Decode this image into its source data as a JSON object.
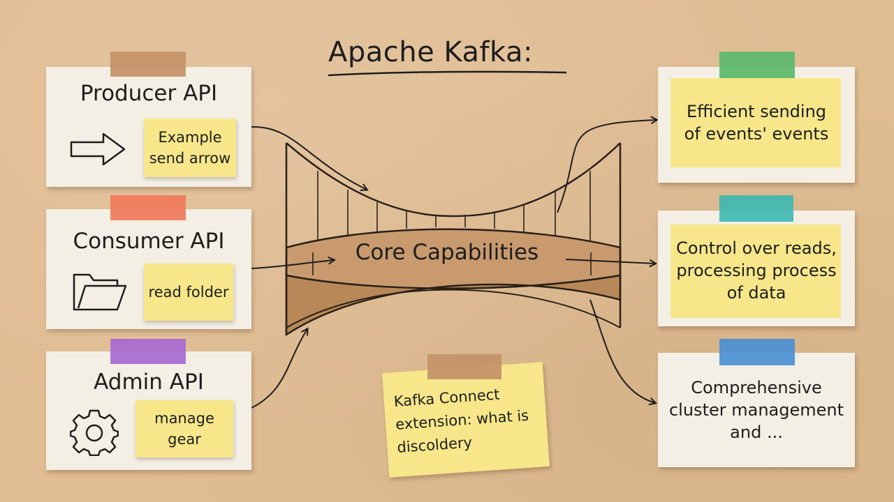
{
  "title": "Apache Kafka:",
  "core": "Core Capabilities",
  "apis": [
    {
      "title": "Producer API",
      "note_lines": [
        "Example",
        "send arrow"
      ],
      "icon": "arrow-right-icon",
      "tape_color": "#c49268"
    },
    {
      "title": "Consumer API",
      "note_lines": [
        "read folder"
      ],
      "icon": "folder-icon",
      "tape_color": "#f07a5a"
    },
    {
      "title": "Admin API",
      "note_lines": [
        "manage gear"
      ],
      "icon": "gear-icon",
      "tape_color": "#a66ad1"
    }
  ],
  "capabilities": [
    {
      "lines": [
        "Efficient sending",
        "of events' events"
      ],
      "tape_color": "#5cb86b"
    },
    {
      "lines": [
        "Control over reads,",
        "processing process",
        "of data"
      ],
      "tape_color": "#3fb8b2"
    },
    {
      "lines": [
        "Comprehensive",
        "cluster management",
        "and ..."
      ],
      "tape_color": "#4a90d4"
    }
  ],
  "extension_note": {
    "lines": [
      "Kafka Connect",
      "extension: what is",
      "discoldery"
    ],
    "tape_color": "#c49268"
  },
  "colors": {
    "board": "#e0bd93",
    "card": "#f3efe5",
    "sticky": "#f7e78a",
    "bridge": "#c89a6e",
    "ink": "#1d1d1d"
  }
}
